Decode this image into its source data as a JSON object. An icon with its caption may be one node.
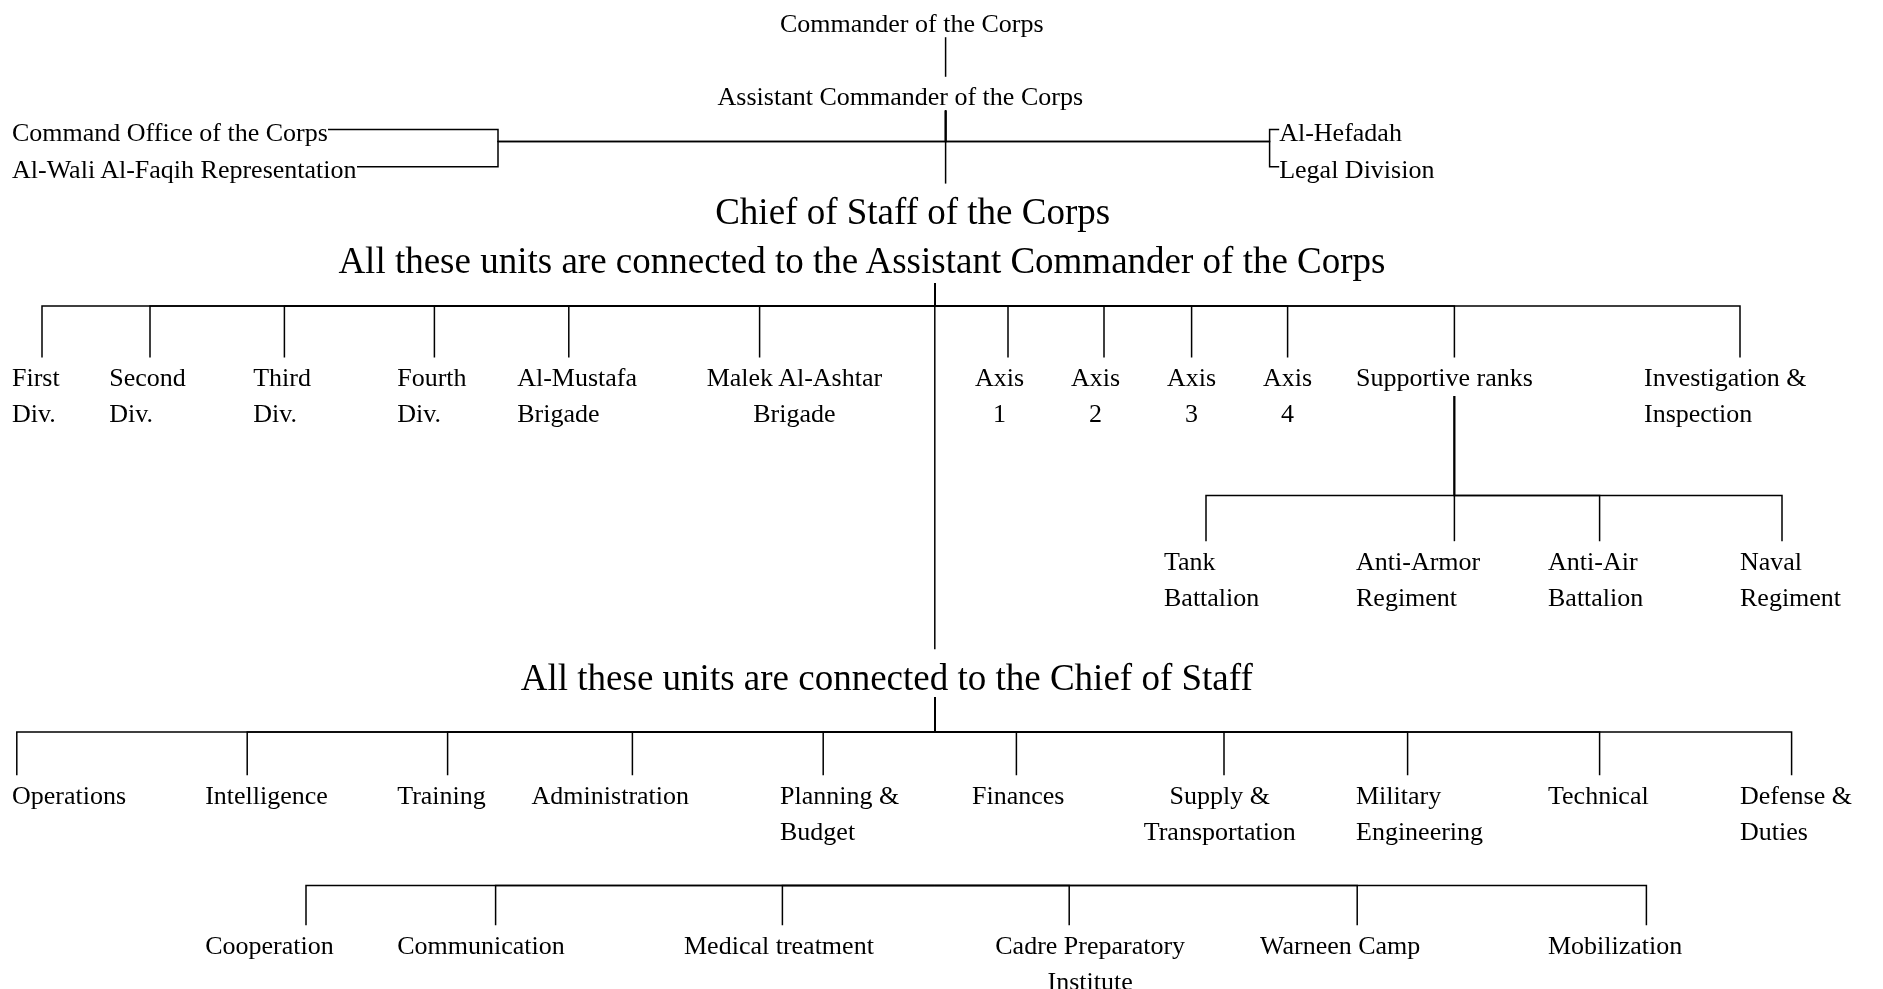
{
  "diagram": {
    "nodes": [
      {
        "text": [
          "Commander of the Corps"
        ]
      },
      {
        "text": [
          "Assistant Commander of the Corps"
        ]
      },
      {
        "text": [
          "Command Office of the Corps"
        ]
      },
      {
        "text": [
          "Al-Wali Al-Faqih Representation"
        ]
      },
      {
        "text": [
          "Al-Hefadah"
        ]
      },
      {
        "text": [
          "Legal Division"
        ]
      },
      {
        "text": [
          "Chief of Staff of the Corps"
        ]
      },
      {
        "text": [
          "All these units are connected to the Assistant Commander of the Corps"
        ]
      },
      {
        "text": [
          "First Div."
        ]
      },
      {
        "text": [
          "Second Div."
        ]
      },
      {
        "text": [
          "Third Div."
        ]
      },
      {
        "text": [
          "Fourth Div."
        ]
      },
      {
        "text": [
          "Al-Mustafa Brigade"
        ]
      },
      {
        "text": [
          "Malek Al-Ashtar Brigade"
        ]
      },
      {
        "text": [
          "Axis 1"
        ]
      },
      {
        "text": [
          "Axis 2"
        ]
      },
      {
        "text": [
          "Axis 3"
        ]
      },
      {
        "text": [
          "Axis 4"
        ]
      },
      {
        "text": [
          "Supportive ranks"
        ]
      },
      {
        "text": [
          "Investigation & Inspection"
        ]
      },
      {
        "text": [
          "Tank Battalion"
        ]
      },
      {
        "text": [
          "Anti-Armor Regiment"
        ]
      },
      {
        "text": [
          "Anti-Air Battalion"
        ]
      },
      {
        "text": [
          "Naval Regiment"
        ]
      },
      {
        "text": [
          "All these units are connected to the Chief of Staff"
        ]
      },
      {
        "text": [
          "Operations"
        ]
      },
      {
        "text": [
          "Intelligence"
        ]
      },
      {
        "text": [
          "Training"
        ]
      },
      {
        "text": [
          "Administration"
        ]
      },
      {
        "text": [
          "Planning & Budget"
        ]
      },
      {
        "text": [
          "Finances"
        ]
      },
      {
        "text": [
          "Supply & Transportation"
        ]
      },
      {
        "text": [
          "Military Engineering"
        ]
      },
      {
        "text": [
          "Technical"
        ]
      },
      {
        "text": [
          "Defense & Duties"
        ]
      },
      {
        "text": [
          "Cooperation"
        ]
      },
      {
        "text": [
          "Communication"
        ]
      },
      {
        "text": [
          "Medical treatment"
        ]
      },
      {
        "text": [
          "Cadre Preparatory Institute"
        ]
      },
      {
        "text": [
          "Warneen Camp"
        ]
      },
      {
        "text": [
          "Mobilization"
        ]
      }
    ],
    "edges": [
      {
        "from": 0,
        "to": 1,
        "arrow": "none"
      },
      {
        "from": 1,
        "to": 6,
        "arrow": "none"
      },
      {
        "from": 2,
        "to": 1,
        "arrow": "none"
      },
      {
        "from": 3,
        "to": 1,
        "arrow": "none"
      },
      {
        "from": 1,
        "to": 4,
        "arrow": "none"
      },
      {
        "from": 1,
        "to": 5,
        "arrow": "none"
      },
      {
        "from": 7,
        "to": 8,
        "arrow": "none"
      },
      {
        "from": 7,
        "to": 9,
        "arrow": "none"
      },
      {
        "from": 7,
        "to": 10,
        "arrow": "none"
      },
      {
        "from": 7,
        "to": 11,
        "arrow": "none"
      },
      {
        "from": 7,
        "to": 12,
        "arrow": "none"
      },
      {
        "from": 7,
        "to": 13,
        "arrow": "none"
      },
      {
        "from": 7,
        "to": 14,
        "arrow": "none"
      },
      {
        "from": 7,
        "to": 15,
        "arrow": "none"
      },
      {
        "from": 7,
        "to": 16,
        "arrow": "none"
      },
      {
        "from": 7,
        "to": 17,
        "arrow": "none"
      },
      {
        "from": 7,
        "to": 18,
        "arrow": "none"
      },
      {
        "from": 7,
        "to": 19,
        "arrow": "none"
      },
      {
        "from": 7,
        "to": 24,
        "arrow": "none"
      },
      {
        "from": 18,
        "to": 20,
        "arrow": "none"
      },
      {
        "from": 18,
        "to": 21,
        "arrow": "none"
      },
      {
        "from": 18,
        "to": 22,
        "arrow": "none"
      },
      {
        "from": 18,
        "to": 23,
        "arrow": "none"
      },
      {
        "from": 24,
        "to": 25,
        "arrow": "none"
      },
      {
        "from": 24,
        "to": 26,
        "arrow": "none"
      },
      {
        "from": 24,
        "to": 27,
        "arrow": "none"
      },
      {
        "from": 24,
        "to": 28,
        "arrow": "none"
      },
      {
        "from": 24,
        "to": 29,
        "arrow": "none"
      },
      {
        "from": 24,
        "to": 30,
        "arrow": "none"
      },
      {
        "from": 24,
        "to": 31,
        "arrow": "none"
      },
      {
        "from": 24,
        "to": 32,
        "arrow": "none"
      },
      {
        "from": 24,
        "to": 33,
        "arrow": "none"
      },
      {
        "from": 24,
        "to": 34,
        "arrow": "none"
      },
      {
        "from": null,
        "to": 35,
        "arrow": "none"
      },
      {
        "from": null,
        "to": 36,
        "arrow": "none"
      },
      {
        "from": null,
        "to": 37,
        "arrow": "none"
      },
      {
        "from": null,
        "to": 38,
        "arrow": "none"
      },
      {
        "from": null,
        "to": 39,
        "arrow": "none"
      },
      {
        "from": null,
        "to": 40,
        "arrow": "none"
      }
    ]
  }
}
